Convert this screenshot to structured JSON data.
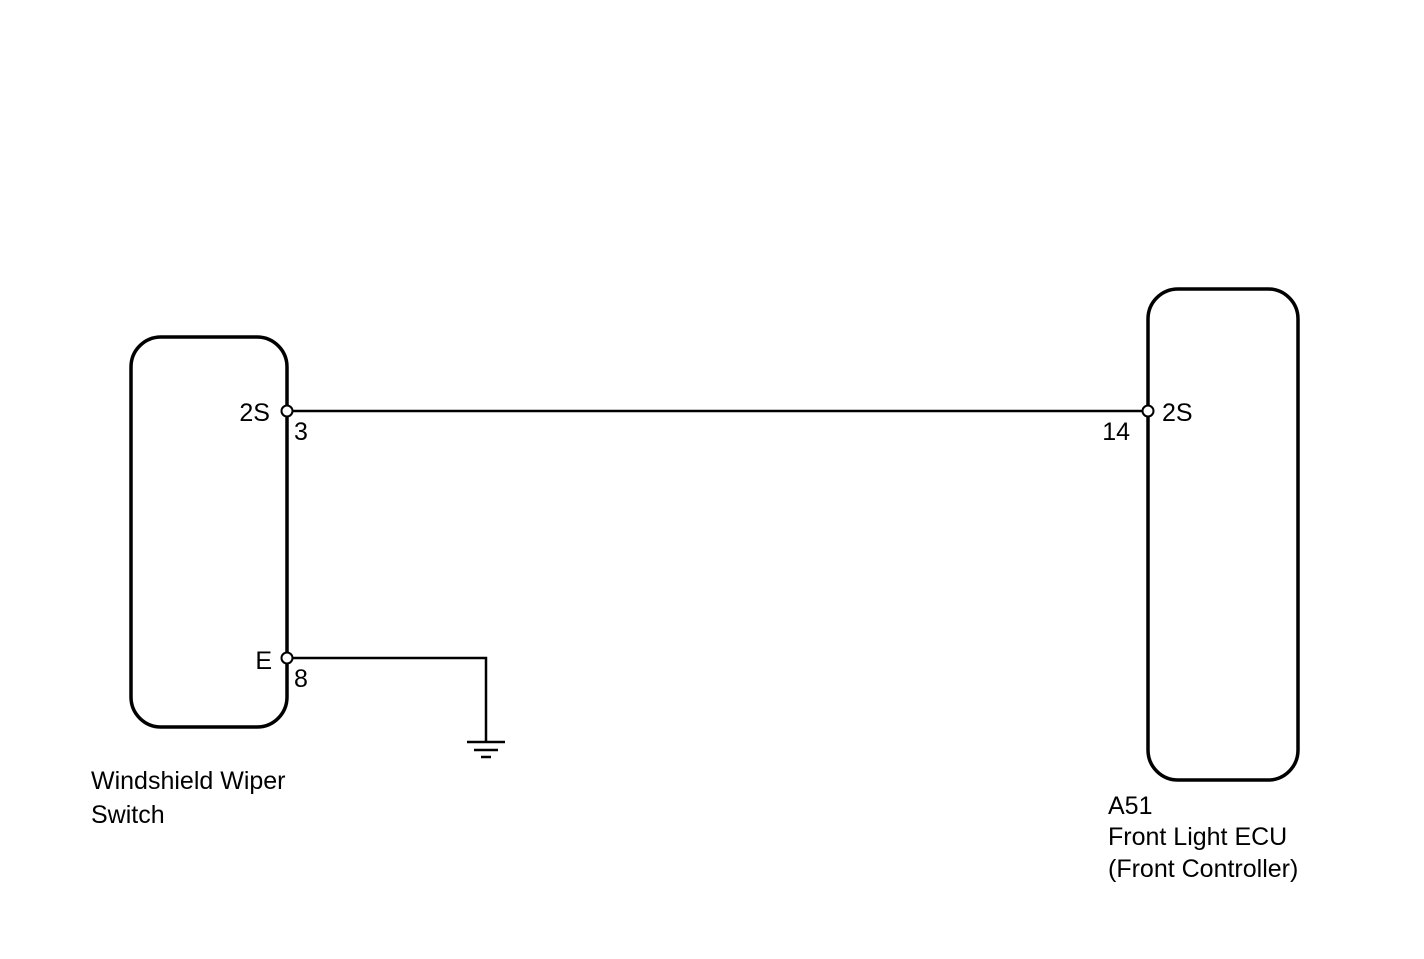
{
  "components": {
    "switch": {
      "name_line1": "Windshield Wiper",
      "name_line2": "Switch"
    },
    "ecu": {
      "code": "A51",
      "name_line1": "Front Light ECU",
      "name_line2": "(Front Controller)"
    }
  },
  "pins": {
    "switch_2s": {
      "label": "2S",
      "number": "3"
    },
    "switch_e": {
      "label": "E",
      "number": "8"
    },
    "ecu_2s": {
      "label": "2S",
      "number": "14"
    }
  },
  "icons": {
    "ground": "ground-icon"
  },
  "colors": {
    "line": "#000000",
    "background": "#ffffff"
  }
}
